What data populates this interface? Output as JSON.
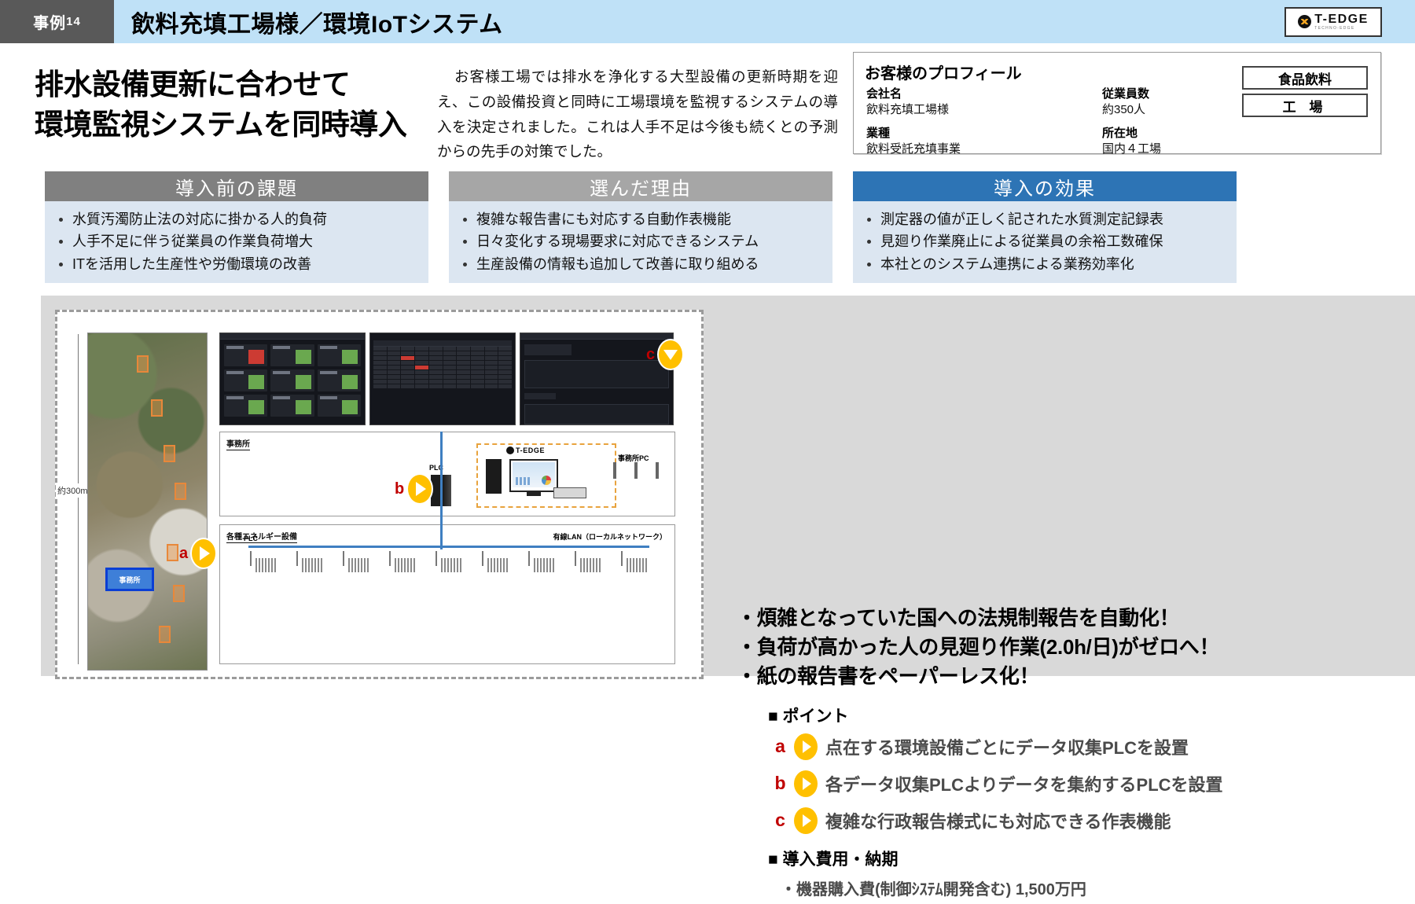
{
  "header": {
    "case_label": "事例",
    "case_number": "14",
    "title": "飲料充填工場様／環境IoTシステム",
    "logo_primary": "T-EDGE",
    "logo_secondary": "TECHNO-EDGE"
  },
  "intro": {
    "headline_line1": "排水設備更新に合わせて",
    "headline_line2": "環境監視システムを同時導入",
    "lead_paragraph": "お客様工場では排水を浄化する大型設備の更新時期を迎え、この設備投資と同時に工場環境を監視するシステムの導入を決定されました。これは人手不足は今後も続くとの予測からの先手の対策でした。"
  },
  "profile": {
    "title": "お客様のプロフィール",
    "fields": [
      {
        "label": "会社名",
        "value": "飲料充填工場様"
      },
      {
        "label": "業種",
        "value": "飲料受託充填事業"
      },
      {
        "label": "従業員数",
        "value": "約350人"
      },
      {
        "label": "所在地",
        "value": "国内４工場"
      }
    ],
    "tags": [
      "食品飲料",
      "工 場"
    ]
  },
  "panels": [
    {
      "heading": "導入前の課題",
      "items": [
        "水質汚濁防止法の対応に掛かる人的負荷",
        "人手不足に伴う従業員の作業負荷増大",
        "ITを活用した生産性や労働環境の改善"
      ]
    },
    {
      "heading": "選んだ理由",
      "items": [
        "複雑な報告書にも対応する自動作表機能",
        "日々変化する現場要求に対応できるシステム",
        "生産設備の情報も追加して改善に取り組める"
      ]
    },
    {
      "heading": "導入の効果",
      "items": [
        "測定器の値が正しく記された水質測定記録表",
        "見廻り作業廃止による従業員の余裕工数確保",
        "本社とのシステム連携による業務効率化"
      ]
    }
  ],
  "results": {
    "lines": [
      "・煩雑となっていた国への法規制報告を自動化！",
      "・負荷が高かった人の見廻り作業(2.0h/日)がゼロへ！",
      "・紙の報告書をペーパーレス化！"
    ],
    "points_heading": "ポイント",
    "points": [
      {
        "letter": "a",
        "text": "点在する環境設備ごとにデータ収集PLCを設置"
      },
      {
        "letter": "b",
        "text": "各データ収集PLCよりデータを集約するPLCを設置"
      },
      {
        "letter": "c",
        "text": "複雑な行政報告様式にも対応できる作表機能"
      }
    ],
    "cost_heading": "導入費用・納期",
    "cost_items": [
      "機器購入費(制御ｼｽﾃﾑ開発含む) 1,500万円"
    ]
  },
  "diagram": {
    "scale_label": "約300m",
    "office_marker": "事務所",
    "office_section": "事務所",
    "plant_section": "各種エネルギー設備",
    "plc_label": "PLC",
    "plc_label_field": "PLC",
    "office_pc_label": "事務所PC",
    "lan_label": "有線LAN（ローカルネットワーク）",
    "logo_mini": "T-EDGE",
    "callouts": [
      {
        "letter": "c"
      },
      {
        "letter": "b"
      },
      {
        "letter": "a"
      }
    ]
  },
  "colors": {
    "header_bg": "#bfe1f7",
    "case_badge": "#595959",
    "panel1": "#808080",
    "panel2": "#a6a6a6",
    "panel3": "#2d74b5",
    "panel_body": "#dce6f1",
    "bottom_bg": "#d9d9d9",
    "accent_yellow": "#ffc000",
    "accent_red": "#c00000"
  }
}
